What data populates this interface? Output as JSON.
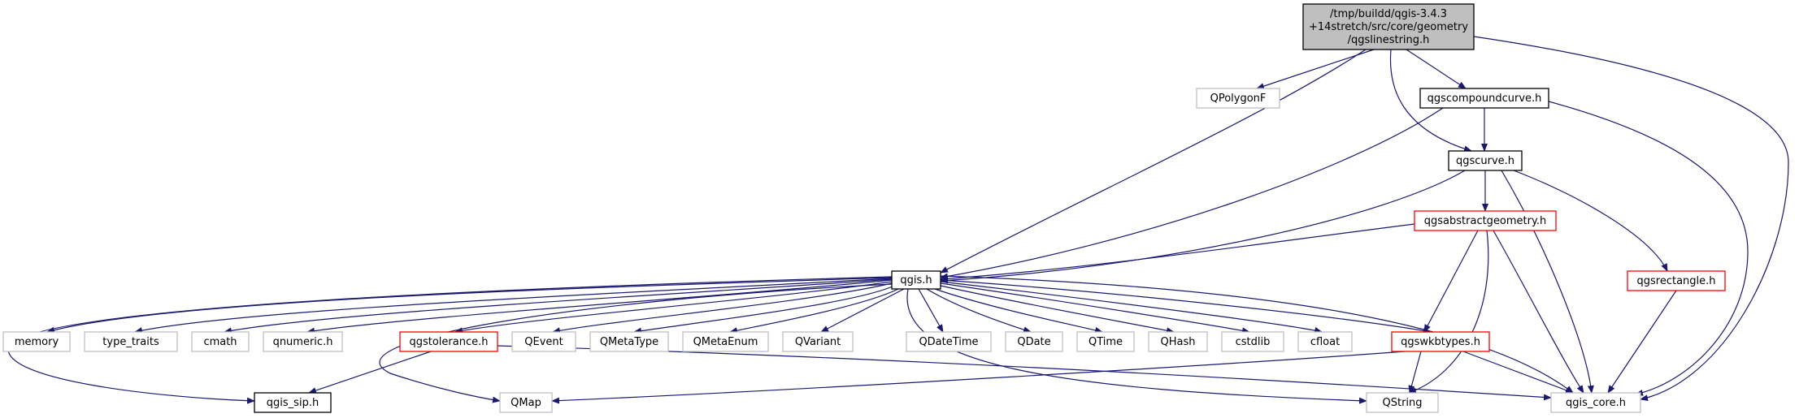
{
  "diagram": {
    "colors": {
      "edge": "#191970",
      "root_fill": "#bfbfbf",
      "root_stroke": "#000000",
      "documented_stroke": "#000000",
      "truncated_stroke": "#ff0000",
      "external_stroke": "#bfbfbf",
      "external_text": "#000000",
      "background": "#ffffff"
    },
    "nodes": [
      {
        "id": "root",
        "lines": [
          "/tmp/buildd/qgis-3.4.3",
          "+14stretch/src/core/geometry",
          "/qgslinestring.h"
        ],
        "kind": "root"
      },
      {
        "id": "qpolygonf",
        "lines": [
          "QPolygonF"
        ],
        "kind": "external"
      },
      {
        "id": "qgscompoundcurve",
        "lines": [
          "qgscompoundcurve.h"
        ],
        "kind": "documented"
      },
      {
        "id": "qgscurve",
        "lines": [
          "qgscurve.h"
        ],
        "kind": "documented"
      },
      {
        "id": "qgsabstractgeometry",
        "lines": [
          "qgsabstractgeometry.h"
        ],
        "kind": "truncated"
      },
      {
        "id": "qgsrectangle",
        "lines": [
          "qgsrectangle.h"
        ],
        "kind": "truncated"
      },
      {
        "id": "qgis",
        "lines": [
          "qgis.h"
        ],
        "kind": "documented"
      },
      {
        "id": "memory",
        "lines": [
          "memory"
        ],
        "kind": "external"
      },
      {
        "id": "type_traits",
        "lines": [
          "type_traits"
        ],
        "kind": "external"
      },
      {
        "id": "cmath",
        "lines": [
          "cmath"
        ],
        "kind": "external"
      },
      {
        "id": "qnumeric",
        "lines": [
          "qnumeric.h"
        ],
        "kind": "external"
      },
      {
        "id": "qgstolerance",
        "lines": [
          "qgstolerance.h"
        ],
        "kind": "truncated"
      },
      {
        "id": "qevent",
        "lines": [
          "QEvent"
        ],
        "kind": "external"
      },
      {
        "id": "qmetatype",
        "lines": [
          "QMetaType"
        ],
        "kind": "external"
      },
      {
        "id": "qmetaenum",
        "lines": [
          "QMetaEnum"
        ],
        "kind": "external"
      },
      {
        "id": "qvariant",
        "lines": [
          "QVariant"
        ],
        "kind": "external"
      },
      {
        "id": "qdatetime",
        "lines": [
          "QDateTime"
        ],
        "kind": "external"
      },
      {
        "id": "qdate",
        "lines": [
          "QDate"
        ],
        "kind": "external"
      },
      {
        "id": "qtime",
        "lines": [
          "QTime"
        ],
        "kind": "external"
      },
      {
        "id": "qhash",
        "lines": [
          "QHash"
        ],
        "kind": "external"
      },
      {
        "id": "cstdlib",
        "lines": [
          "cstdlib"
        ],
        "kind": "external"
      },
      {
        "id": "cfloat",
        "lines": [
          "cfloat"
        ],
        "kind": "external"
      },
      {
        "id": "qgswkbtypes",
        "lines": [
          "qgswkbtypes.h"
        ],
        "kind": "truncated"
      },
      {
        "id": "qgis_core",
        "lines": [
          "qgis_core.h"
        ],
        "kind": "external"
      },
      {
        "id": "qgis_sip",
        "lines": [
          "qgis_sip.h"
        ],
        "kind": "documented"
      },
      {
        "id": "qmap",
        "lines": [
          "QMap"
        ],
        "kind": "external"
      },
      {
        "id": "qstring",
        "lines": [
          "QString"
        ],
        "kind": "external"
      }
    ],
    "edges": [
      {
        "from": "root",
        "to": "qpolygonf"
      },
      {
        "from": "root",
        "to": "qgscompoundcurve"
      },
      {
        "from": "root",
        "to": "qgscurve"
      },
      {
        "from": "root",
        "to": "qgis"
      },
      {
        "from": "root",
        "to": "qgis_core"
      },
      {
        "from": "qgscompoundcurve",
        "to": "qgscurve"
      },
      {
        "from": "qgscompoundcurve",
        "to": "qgis"
      },
      {
        "from": "qgscompoundcurve",
        "to": "qgis_core"
      },
      {
        "from": "qgscurve",
        "to": "qgsabstractgeometry"
      },
      {
        "from": "qgscurve",
        "to": "qgis"
      },
      {
        "from": "qgscurve",
        "to": "qgsrectangle"
      },
      {
        "from": "qgscurve",
        "to": "qgis_core"
      },
      {
        "from": "qgsabstractgeometry",
        "to": "qgis"
      },
      {
        "from": "qgsabstractgeometry",
        "to": "qgswkbtypes"
      },
      {
        "from": "qgsabstractgeometry",
        "to": "qstring"
      },
      {
        "from": "qgsabstractgeometry",
        "to": "qgis_core"
      },
      {
        "from": "qgsrectangle",
        "to": "qgis_core"
      },
      {
        "from": "qgis",
        "to": "memory"
      },
      {
        "from": "qgis",
        "to": "type_traits"
      },
      {
        "from": "qgis",
        "to": "cmath"
      },
      {
        "from": "qgis",
        "to": "qnumeric"
      },
      {
        "from": "qgis",
        "to": "qgstolerance"
      },
      {
        "from": "qgis",
        "to": "qevent"
      },
      {
        "from": "qgis",
        "to": "qmetatype"
      },
      {
        "from": "qgis",
        "to": "qmetaenum"
      },
      {
        "from": "qgis",
        "to": "qvariant"
      },
      {
        "from": "qgis",
        "to": "qdatetime"
      },
      {
        "from": "qgis",
        "to": "qdate"
      },
      {
        "from": "qgis",
        "to": "qtime"
      },
      {
        "from": "qgis",
        "to": "qhash"
      },
      {
        "from": "qgis",
        "to": "cstdlib"
      },
      {
        "from": "qgis",
        "to": "cfloat"
      },
      {
        "from": "qgis",
        "to": "qgswkbtypes"
      },
      {
        "from": "qgis",
        "to": "qgis_core"
      },
      {
        "from": "qgis",
        "to": "qgis_sip"
      },
      {
        "from": "qgis",
        "to": "qmap"
      },
      {
        "from": "qgis",
        "to": "qstring"
      },
      {
        "from": "qgstolerance",
        "to": "qgis_sip"
      },
      {
        "from": "qgstolerance",
        "to": "qgis_core"
      },
      {
        "from": "qgswkbtypes",
        "to": "qmap"
      },
      {
        "from": "qgswkbtypes",
        "to": "qstring"
      },
      {
        "from": "qgswkbtypes",
        "to": "qgis_core"
      }
    ]
  }
}
